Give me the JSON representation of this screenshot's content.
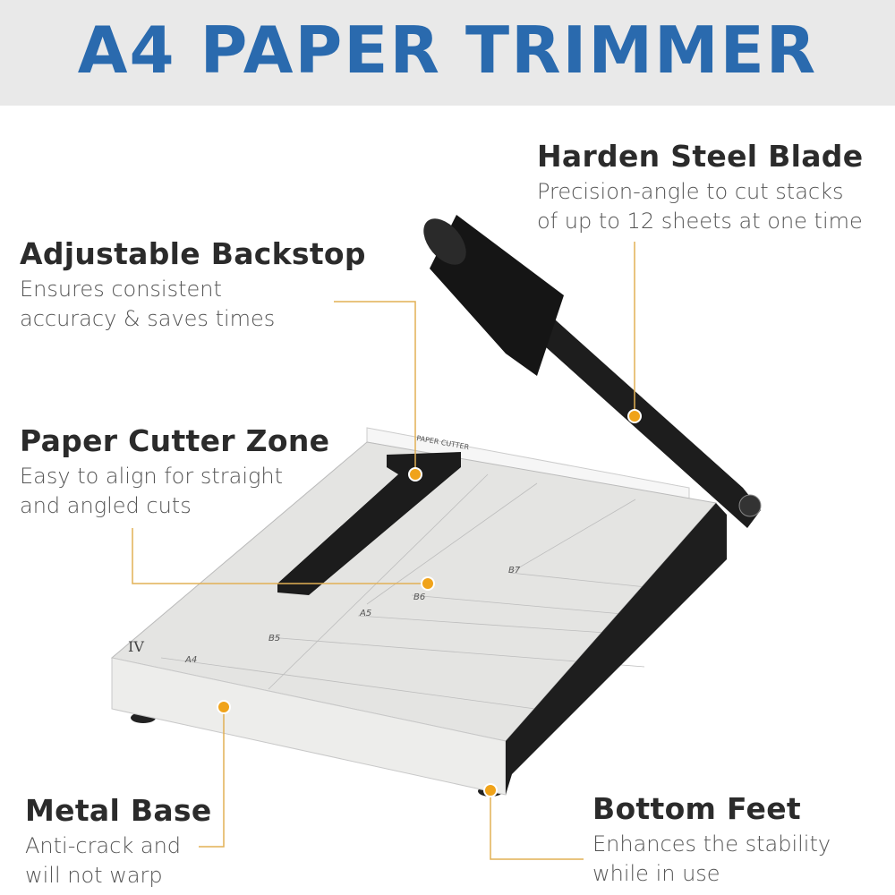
{
  "title": "A4 PAPER TRIMMER",
  "accent_color": "#2a6aae",
  "callout_color": "#f0a31a",
  "features": [
    {
      "heading": "Harden Steel Blade",
      "lines": [
        "Precision-angle to cut stacks",
        "of up to 12 sheets at one time"
      ]
    },
    {
      "heading": "Adjustable Backstop",
      "lines": [
        "Ensures consistent",
        "accuracy & saves times"
      ]
    },
    {
      "heading": "Paper Cutter Zone",
      "lines": [
        "Easy to align for straight",
        "and angled cuts"
      ]
    },
    {
      "heading": "Metal Base",
      "lines": [
        "Anti-crack and",
        "will not warp"
      ]
    },
    {
      "heading": "Bottom Feet",
      "lines": [
        "Enhances the stability",
        "while in use"
      ]
    }
  ],
  "product_markings": {
    "brand_strip": "PAPER CUTTER",
    "size_labels": [
      "A4",
      "B5",
      "A5",
      "B6",
      "B7"
    ],
    "model": "IV"
  }
}
